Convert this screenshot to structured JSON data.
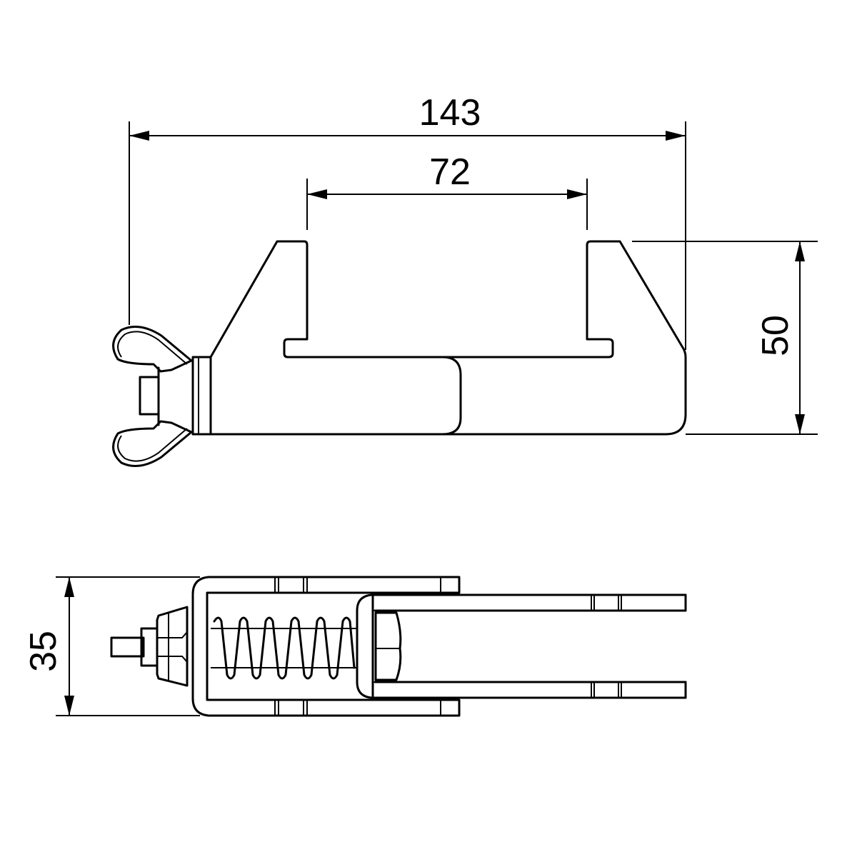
{
  "title_text": "",
  "colors": {
    "line": "#000000",
    "background": "#ffffff"
  },
  "side_view": {
    "dimensions": {
      "overall_length": "143",
      "jaw_opening": "72",
      "height": "50"
    }
  },
  "top_view": {
    "dimensions": {
      "width": "35"
    }
  }
}
